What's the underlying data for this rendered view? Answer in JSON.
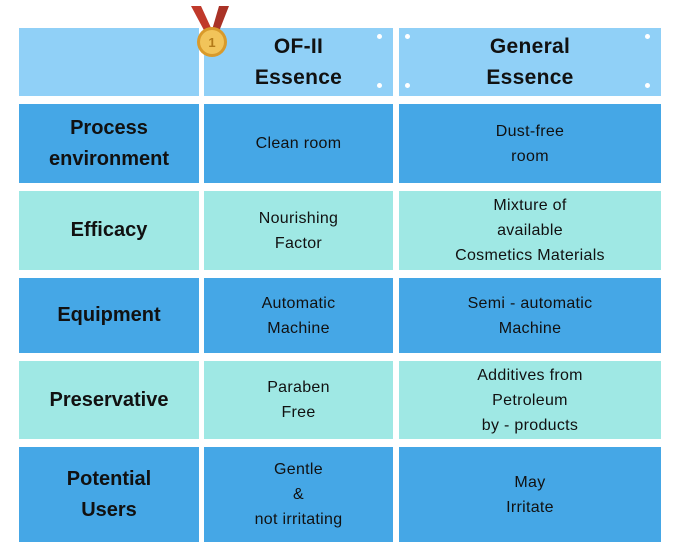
{
  "header": {
    "col1": "OF-II\nEssence",
    "col2": "General\nEssence"
  },
  "rows": [
    {
      "label": "Process\nenvironment",
      "of2": "Clean room",
      "general": "Dust-free\nroom"
    },
    {
      "label": "Efficacy",
      "of2": "Nourishing\nFactor",
      "general": "Mixture of\navailable\nCosmetics Materials"
    },
    {
      "label": "Equipment",
      "of2": "Automatic\nMachine",
      "general": "Semi - automatic\nMachine"
    },
    {
      "label": "Preservative",
      "of2": "Paraben\nFree",
      "general": "Additives from\nPetroleum\nby - products"
    },
    {
      "label": "Potential\nUsers",
      "of2": "Gentle\n&\nnot irritating",
      "general": "May\nIrritate"
    }
  ],
  "medal": {
    "icon": "gold-medal-icon",
    "number": "1"
  },
  "colors": {
    "header_bg": "#90d0f7",
    "dark_row": "#45a7e6",
    "light_row": "#9fe8e4",
    "medal_gold": "#e9b64a",
    "ribbon_red": "#c0392b"
  }
}
